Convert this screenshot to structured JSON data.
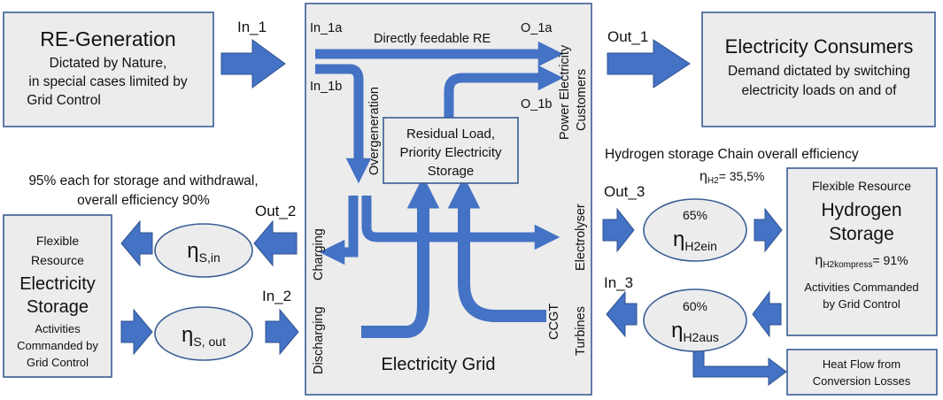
{
  "colors": {
    "box_fill": "#ececec",
    "box_stroke": "#3a5d94",
    "arrow_fill": "#4472c4",
    "arrow_stroke": "#2f528f",
    "text": "#111111"
  },
  "re_generation": {
    "title": "RE-Generation",
    "line1": "Dictated by Nature,",
    "line2": "in special cases limited by",
    "line3": "Grid Control"
  },
  "consumers": {
    "title": "Electricity Consumers",
    "line1": "Demand dictated by switching",
    "line2": "electricity loads on and of"
  },
  "grid": {
    "label": "Electricity Grid",
    "directly_feedable": "Directly feedable RE",
    "overgeneration": "Overgeneration",
    "residual_line1": "Residual Load,",
    "residual_line2": "Priority Electricity",
    "residual_line3": "Storage",
    "power_line1": "Power Electricity",
    "power_line2": "Customers",
    "charging": "Charging",
    "discharging": "Discharging",
    "electrolyser": "Electrolyser",
    "ccgt": "CCGT",
    "turbines": "Turbines",
    "in_1a": "In_1a",
    "in_1b": "In_1b",
    "o_1a": "O_1a",
    "o_1b": "O_1b"
  },
  "flows": {
    "in_1": "In_1",
    "out_1": "Out_1",
    "out_2": "Out_2",
    "in_2": "In_2",
    "out_3": "Out_3",
    "in_3": "In_3"
  },
  "storage_efficiency": {
    "line1": "95% each for storage and withdrawal,",
    "line2": "overall efficiency 90%"
  },
  "electricity_storage": {
    "line1": "Flexible",
    "line2": "Resource",
    "line3": "Electricity",
    "line4": "Storage",
    "line5": "Activities",
    "line6": "Commanded by",
    "line7": "Grid Control"
  },
  "eta_s_in": {
    "symbol": "η",
    "sub": "S,in"
  },
  "eta_s_out": {
    "symbol": "η",
    "sub": "S, out"
  },
  "hydrogen_chain": {
    "title": "Hydrogen storage Chain overall efficiency",
    "eta": "η",
    "eta_sub": "H2",
    "eta_value": "= 35,5%"
  },
  "eta_h2ein": {
    "percent": "65%",
    "symbol": "η",
    "sub": "H2ein"
  },
  "eta_h2aus": {
    "percent": "60%",
    "symbol": "η",
    "sub": "H2aus"
  },
  "hydrogen_storage": {
    "line1": "Flexible Resource",
    "line2": "Hydrogen",
    "line3": "Storage",
    "eta": "η",
    "eta_sub": "H2kompress",
    "eta_value": "= 91%",
    "line4": "Activities Commanded",
    "line5": "by Grid Control"
  },
  "heat_flow": {
    "line1": "Heat Flow from",
    "line2": "Conversion Losses"
  }
}
